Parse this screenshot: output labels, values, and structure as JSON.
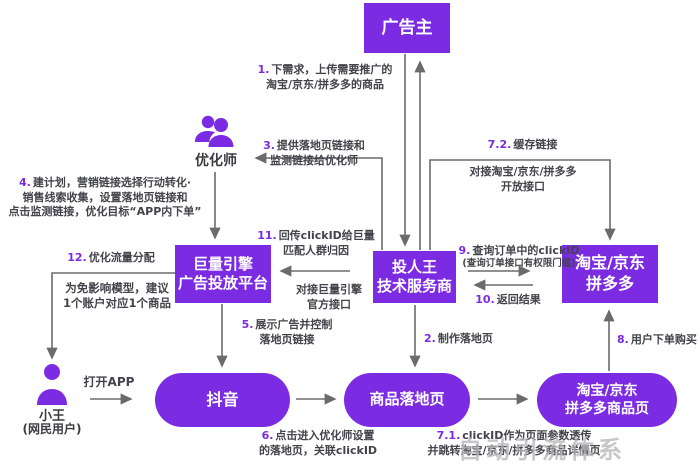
{
  "colors": {
    "purple": "#7b2be2",
    "label_text": "#43444b",
    "arrow": "#6b6b6b"
  },
  "nodes": {
    "advertiser": {
      "label": "广告主"
    },
    "optimizer": {
      "label": "优化师"
    },
    "juliang_engine": {
      "label": "巨量引擎\n广告投放平台"
    },
    "service_provider": {
      "label": "投人王\n技术服务商"
    },
    "taobao_jd_pdd": {
      "label": "淘宝/京东\n拼多多"
    },
    "douyin": {
      "label": "抖音"
    },
    "landing_page": {
      "label": "商品落地页"
    },
    "product_page": {
      "label": "淘宝/京东\n拼多多商品页"
    },
    "user": {
      "label": "小王",
      "sublabel": "(网民用户)"
    }
  },
  "labels": {
    "step1": {
      "num": "1.",
      "text": "下需求，上传需要推广的\n淘宝/京东/拼多多的商品"
    },
    "step2": {
      "num": "2.",
      "text": "制作落地页"
    },
    "step3": {
      "num": "3.",
      "text": "提供落地页链接和\n监测链接给优化师"
    },
    "step4": {
      "num": "4.",
      "text": "建计划，营销链接选择行动转化·\n销售线索收集，设置落地页链接和\n点击监测链接，优化目标“APP内下单”"
    },
    "step5": {
      "num": "5.",
      "text": "展示广告并控制\n落地页链接"
    },
    "step6": {
      "num": "6.",
      "text": "点击进入优化师设置\n的落地页，关联clickID"
    },
    "step71": {
      "num": "7.1.",
      "text": "clickID作为页面参数透传\n并跳转淘宝/京东/拼多多商品详情页"
    },
    "step72": {
      "num": "7.2.",
      "text": "缓存链接"
    },
    "step8": {
      "num": "8.",
      "text": "用户下单购买"
    },
    "step9": {
      "num": "9.",
      "text": "查询订单中的clickID"
    },
    "step9_note": {
      "text": "(查询订单接口有权限门槛)"
    },
    "step10": {
      "num": "10.",
      "text": "返回结果"
    },
    "step11": {
      "num": "11.",
      "text": "回传clickID给巨量\n匹配人群归因"
    },
    "step12": {
      "num": "12.",
      "text": "优化流量分配"
    },
    "note12": {
      "text": "为免影响模型，建议\n1个账户对应1个商品"
    },
    "api_taobao": {
      "text": "对接淘宝/京东/拼多多\n开放接口"
    },
    "api_juliang": {
      "text": "对接巨量引擎\n官方接口"
    },
    "open_app": {
      "text": "打开APP"
    }
  },
  "watermark": "自动引流体系"
}
